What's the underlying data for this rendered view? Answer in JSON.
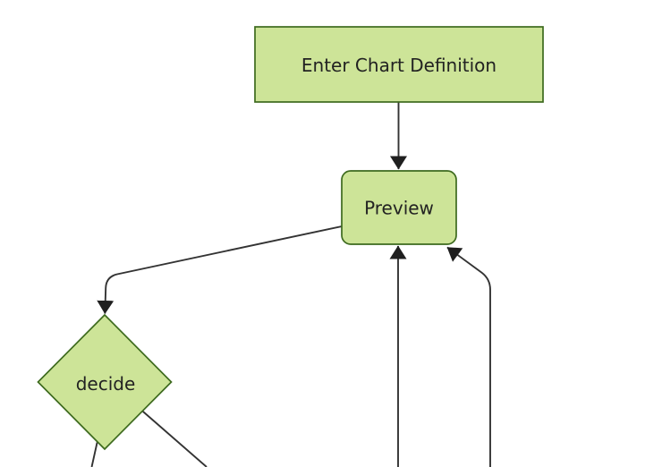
{
  "diagram": {
    "kind": "flowchart-preview",
    "nodes": {
      "enter": {
        "label": "Enter Chart Definition",
        "shape": "rectangle"
      },
      "preview": {
        "label": "Preview",
        "shape": "rounded-rectangle"
      },
      "decide": {
        "label": "decide",
        "shape": "diamond"
      }
    },
    "edges": [
      {
        "id": "enter-to-preview",
        "from": "Enter Chart Definition",
        "to": "Preview",
        "arrow": true
      },
      {
        "id": "preview-to-decide",
        "from": "Preview",
        "to": "decide",
        "arrow": true
      },
      {
        "id": "offscreen-bottom-to-preview",
        "from": "(offscreen below)",
        "to": "Preview",
        "arrow": true
      },
      {
        "id": "offscreen-bottom-right-to-preview",
        "from": "(offscreen below)",
        "to": "Preview",
        "arrow": true
      },
      {
        "id": "decide-to-offscreen-bottom-left",
        "from": "decide",
        "to": "(offscreen below)",
        "arrow": false
      },
      {
        "id": "decide-to-offscreen-bottom-right",
        "from": "decide",
        "to": "(offscreen below)",
        "arrow": false
      }
    ],
    "colors": {
      "node_fill": "#cde498",
      "node_border": "#3d6a1e",
      "edge": "#333333",
      "arrowhead": "#1f1f1f",
      "label_text": "#222222",
      "background": "#ffffff"
    }
  }
}
